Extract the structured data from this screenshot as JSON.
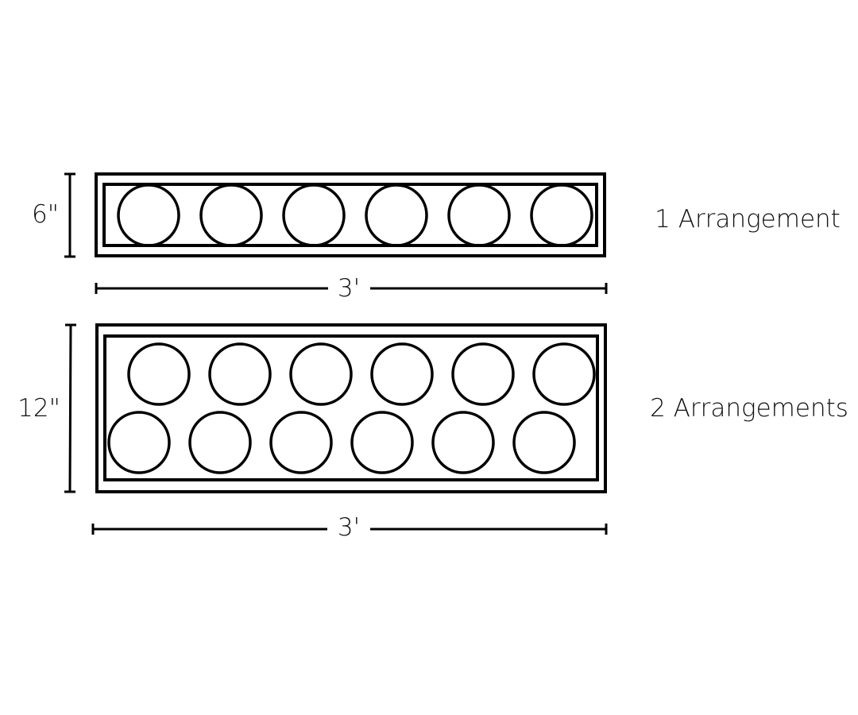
{
  "diagram": {
    "single": {
      "height_label": "6\"",
      "width_label": "3'",
      "caption": "1 Arrangement",
      "rows": 1,
      "circles_per_row": 6
    },
    "double": {
      "height_label": "12\"",
      "width_label": "3'",
      "caption": "2 Arrangements",
      "rows": 2,
      "circles_per_row": 6
    }
  }
}
